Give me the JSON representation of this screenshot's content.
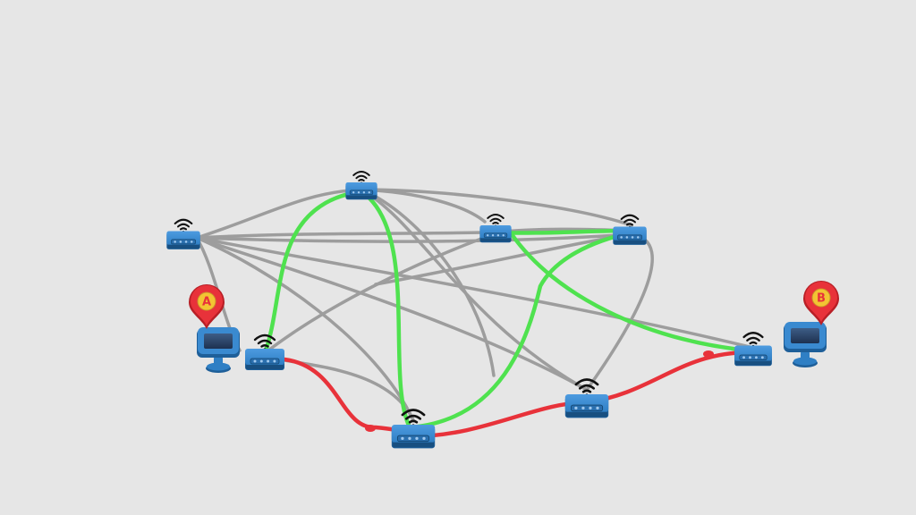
{
  "diagram": {
    "background": "#e6e6e6",
    "colors": {
      "link": "#9a9a9a",
      "green_path": "#44e544",
      "red_path": "#e8323a",
      "router": "#2f7fc4",
      "router_dark": "#1e5f99",
      "pin": "#e8323a",
      "pin_inner": "#f3c433"
    },
    "pins": [
      {
        "id": "pin-a",
        "label": "A",
        "icon": "location-pin-icon"
      },
      {
        "id": "pin-b",
        "label": "B",
        "icon": "location-pin-icon"
      }
    ],
    "routers": [
      {
        "id": "r1",
        "icon": "wifi-router-icon"
      },
      {
        "id": "r2",
        "icon": "wifi-router-icon"
      },
      {
        "id": "r3",
        "icon": "wifi-router-icon"
      },
      {
        "id": "r4",
        "icon": "wifi-router-icon"
      },
      {
        "id": "r5",
        "icon": "wifi-router-icon"
      },
      {
        "id": "r6",
        "icon": "wifi-router-icon"
      },
      {
        "id": "r7",
        "icon": "wifi-router-icon"
      },
      {
        "id": "r8",
        "icon": "wifi-router-icon"
      }
    ],
    "computers": [
      {
        "id": "pc-a",
        "icon": "computer-monitor-icon"
      },
      {
        "id": "pc-b",
        "icon": "computer-monitor-icon"
      }
    ],
    "green_route": [
      "r2",
      "r7",
      "r6"
    ],
    "red_route": [
      "pc-a",
      "r2",
      "r7",
      "r5",
      "r8",
      "pc-b"
    ]
  }
}
